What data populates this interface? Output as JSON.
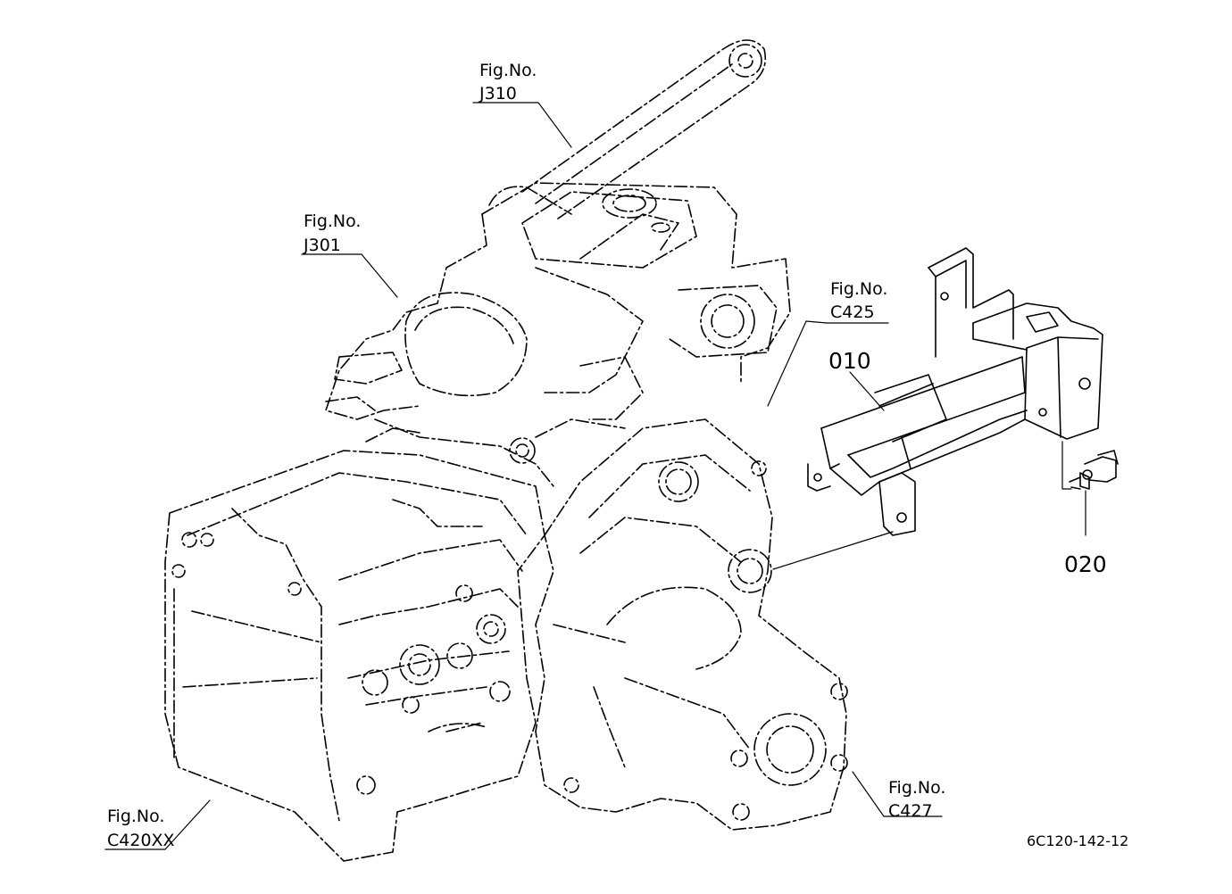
{
  "callouts": {
    "j310": {
      "line1": "Fig.No.",
      "line2": "J310"
    },
    "j301": {
      "line1": "Fig.No.",
      "line2": "J301"
    },
    "c425": {
      "line1": "Fig.No.",
      "line2": "C425"
    },
    "c427": {
      "line1": "Fig.No.",
      "line2": "C427"
    },
    "c420xx": {
      "line1": "Fig.No.",
      "line2": "C420XX"
    }
  },
  "parts": {
    "p010": "010",
    "p020": "020"
  },
  "drawing_code": "6C120-142-12"
}
